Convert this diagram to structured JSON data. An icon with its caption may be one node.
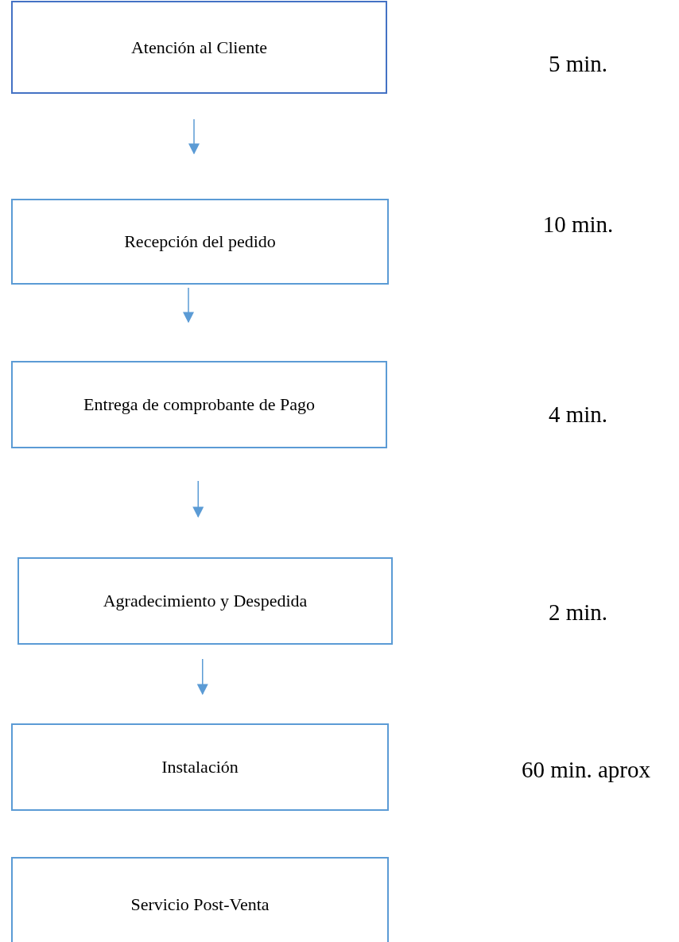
{
  "diagram": {
    "nodes": [
      {
        "text": [
          "Atención al Cliente"
        ]
      },
      {
        "text": [
          "Recepción del pedido"
        ]
      },
      {
        "text": [
          "Entrega de comprobante de Pago"
        ]
      },
      {
        "text": [
          "Agradecimiento y Despedida"
        ]
      },
      {
        "text": [
          "Instalación"
        ]
      },
      {
        "text": [
          "Servicio Post-Venta"
        ]
      }
    ],
    "edges": [
      {
        "from": 0,
        "to": 1,
        "arrow": "to"
      },
      {
        "from": 1,
        "to": 2,
        "arrow": "to"
      },
      {
        "from": 2,
        "to": 3,
        "arrow": "to"
      },
      {
        "from": 3,
        "to": 4,
        "arrow": "to"
      }
    ],
    "labels": [
      "5 min.",
      "10 min.",
      "4 min.",
      "2 min.",
      "60 min. aprox"
    ]
  }
}
